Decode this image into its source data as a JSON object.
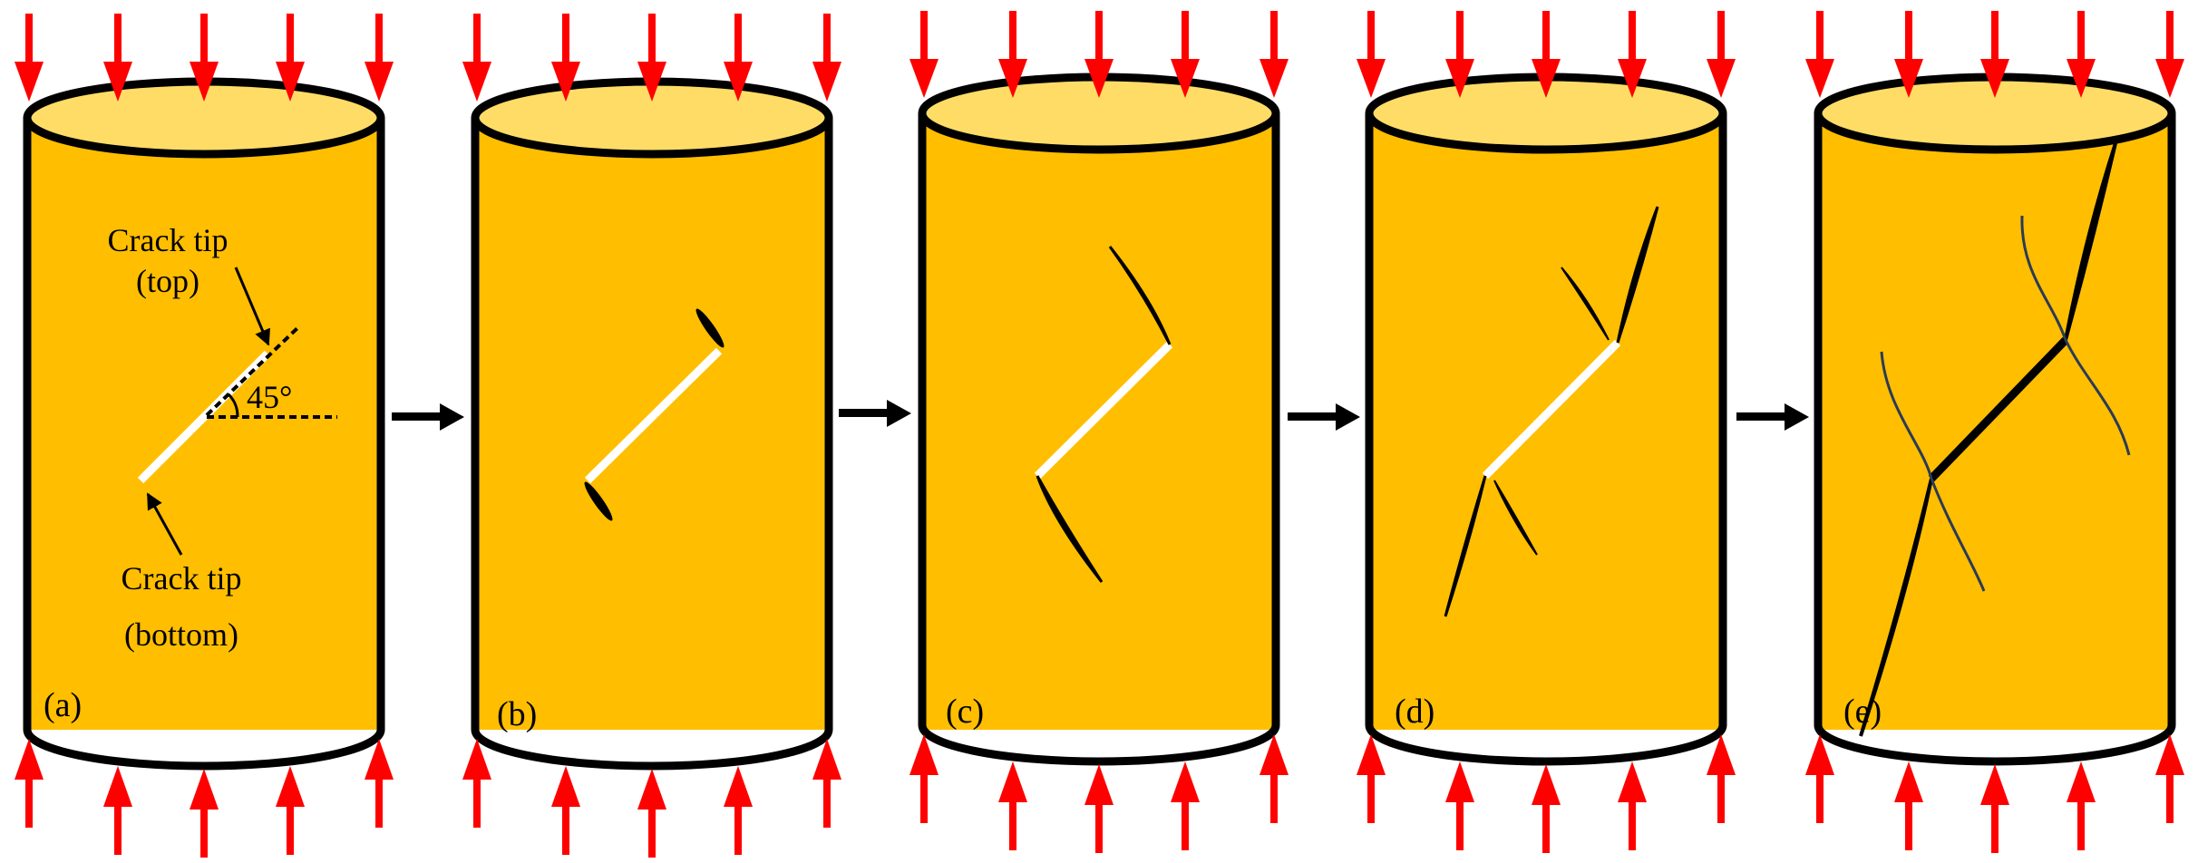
{
  "colors": {
    "body": "#FFBE00",
    "top_face": "#FFDC66",
    "outline": "#000000",
    "load_arrow": "#FF0000",
    "flaw": "#FFFFFF",
    "secondary_crack": "#2B3B55"
  },
  "panels": [
    {
      "label": "(a)",
      "stage": "initial-flaw"
    },
    {
      "label": "(b)",
      "stage": "wing-crack-initiation"
    },
    {
      "label": "(c)",
      "stage": "wing-crack-growth"
    },
    {
      "label": "(d)",
      "stage": "anti-wing-crack"
    },
    {
      "label": "(e)",
      "stage": "coalescence"
    }
  ],
  "annotations": {
    "crack_tip_top_line1": "Crack tip",
    "crack_tip_top_line2": "(top)",
    "crack_tip_bottom_line1": "Crack tip",
    "crack_tip_bottom_line2": "(bottom)",
    "angle": "45°"
  },
  "icons": {
    "load_arrow": "red-compression-arrow-icon",
    "stage_arrow": "black-right-arrow-icon"
  }
}
